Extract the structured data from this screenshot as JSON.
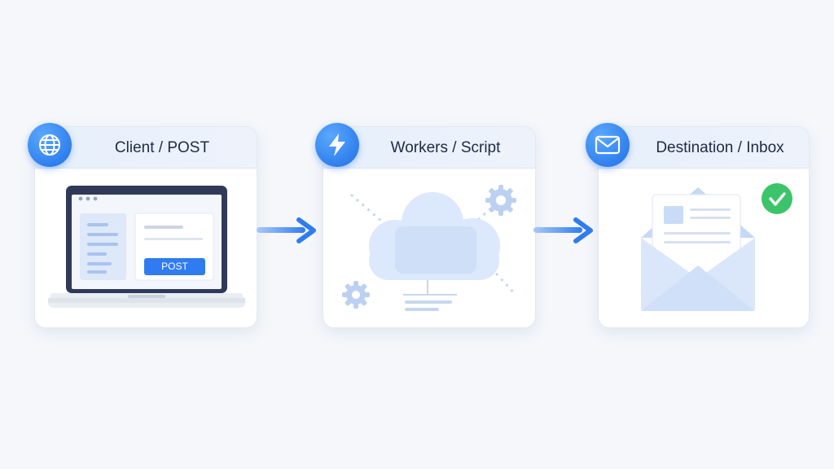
{
  "cards": [
    {
      "title": "Client / POST",
      "icon": "globe-icon"
    },
    {
      "title": "Workers / Script",
      "icon": "lightning-icon"
    },
    {
      "title": "Destination / Inbox",
      "icon": "envelope-icon"
    }
  ],
  "client": {
    "button_label": "POST"
  },
  "colors": {
    "accent": "#2f7cf0",
    "success": "#3cc46a",
    "background": "#f5f7fb"
  }
}
